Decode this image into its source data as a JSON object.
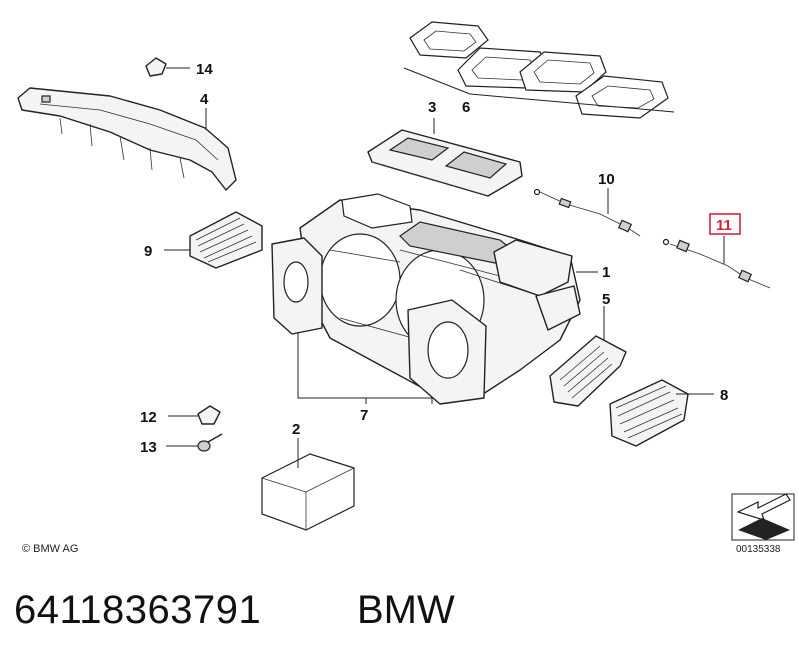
{
  "diagram": {
    "callouts": [
      {
        "id": "1",
        "label": "1"
      },
      {
        "id": "2",
        "label": "2"
      },
      {
        "id": "3",
        "label": "3"
      },
      {
        "id": "4",
        "label": "4"
      },
      {
        "id": "5",
        "label": "5"
      },
      {
        "id": "6",
        "label": "6"
      },
      {
        "id": "7",
        "label": "7"
      },
      {
        "id": "8",
        "label": "8"
      },
      {
        "id": "9",
        "label": "9"
      },
      {
        "id": "10",
        "label": "10"
      },
      {
        "id": "11",
        "label": "11",
        "highlighted": true
      },
      {
        "id": "12",
        "label": "12"
      },
      {
        "id": "13",
        "label": "13"
      },
      {
        "id": "14",
        "label": "14"
      }
    ],
    "copyright": "© BMW AG",
    "image_number": "00135338",
    "highlight_color": "#d6233a"
  },
  "footer": {
    "part_number": "64118363791",
    "brand": "BMW"
  }
}
